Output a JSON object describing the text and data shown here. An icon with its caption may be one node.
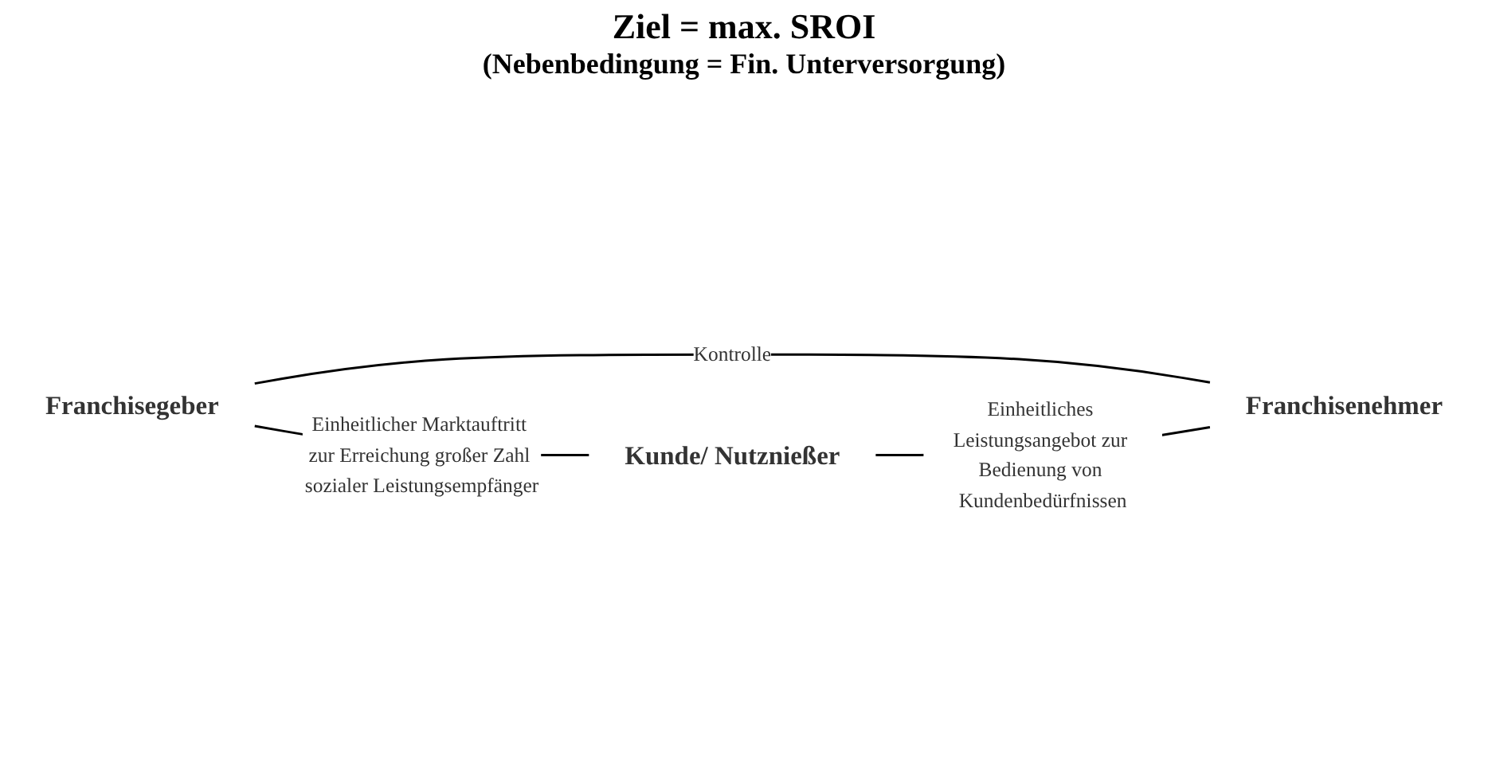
{
  "diagram": {
    "nodes": [
      {
        "text": [
          "Franchisegeber"
        ]
      },
      {
        "text": [
          "Franchisenehmer"
        ]
      },
      {
        "text": [
          "Kunde/ Nutznießer"
        ]
      }
    ],
    "edges": [
      {
        "from": 0,
        "to": 1,
        "arrow": "none",
        "label": "Kontrolle"
      },
      {
        "from": 0,
        "to": 2,
        "arrow": "none",
        "label": "Einheitlicher Marktauftritt zur Erreichung großer Zahl sozialer Leistungsempfänger"
      },
      {
        "from": 2,
        "to": 1,
        "arrow": "none",
        "label": "Einheitliches Leistungsangebot zur Bedienung von Kundenbedürfnissen"
      }
    ],
    "labels": [
      "Ziel = max. SROI",
      "(Nebenbedingung = Fin. Unterversorgung)"
    ]
  }
}
